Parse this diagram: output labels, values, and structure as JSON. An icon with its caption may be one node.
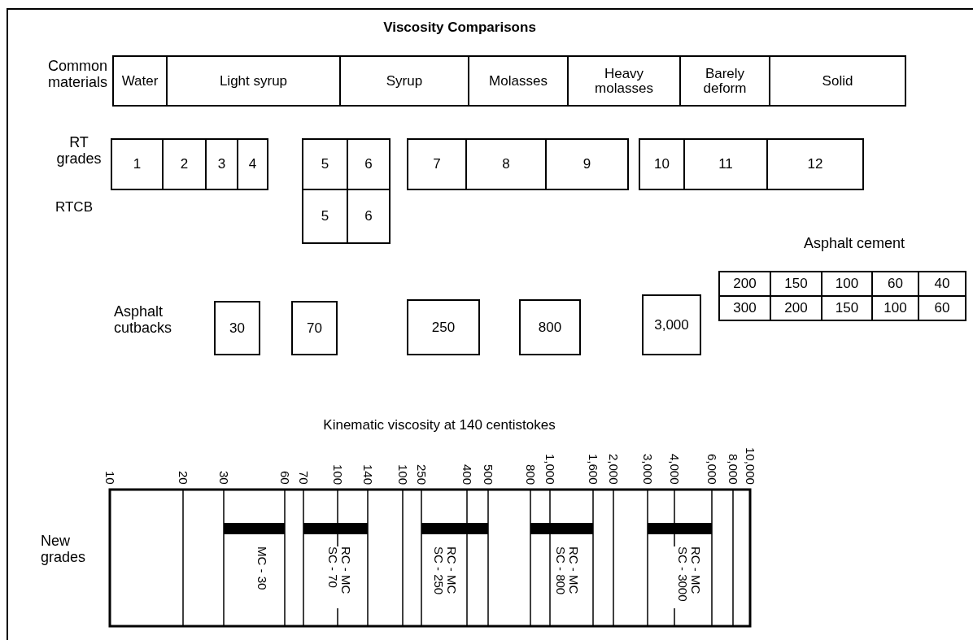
{
  "diagram": {
    "title": "Viscosity Comparisons",
    "nodes": [
      {
        "text": [
          "Water"
        ]
      },
      {
        "text": [
          "Light syrup"
        ]
      },
      {
        "text": [
          "Syrup"
        ]
      },
      {
        "text": [
          "Molasses"
        ]
      },
      {
        "text": [
          "Heavy molasses"
        ]
      },
      {
        "text": [
          "Barely deform"
        ]
      },
      {
        "text": [
          "Solid"
        ]
      },
      {
        "text": [
          "1"
        ]
      },
      {
        "text": [
          "2"
        ]
      },
      {
        "text": [
          "3"
        ]
      },
      {
        "text": [
          "4"
        ]
      },
      {
        "text": [
          "5"
        ]
      },
      {
        "text": [
          "6"
        ]
      },
      {
        "text": [
          "7"
        ]
      },
      {
        "text": [
          "8"
        ]
      },
      {
        "text": [
          "9"
        ]
      },
      {
        "text": [
          "10"
        ]
      },
      {
        "text": [
          "11"
        ]
      },
      {
        "text": [
          "12"
        ]
      },
      {
        "text": [
          "5"
        ]
      },
      {
        "text": [
          "6"
        ]
      },
      {
        "text": [
          "30"
        ]
      },
      {
        "text": [
          "70"
        ]
      },
      {
        "text": [
          "250"
        ]
      },
      {
        "text": [
          "800"
        ]
      },
      {
        "text": [
          "3,000"
        ]
      }
    ],
    "labels": [
      "Common materials",
      "RT grades",
      "RTCB",
      "Asphalt cement",
      "200",
      "150",
      "100",
      "60",
      "40",
      "300",
      "200",
      "150",
      "100",
      "60",
      "Asphalt cutbacks",
      "Kinematic viscosity at 140 centistokes",
      "10",
      "20",
      "30",
      "60",
      "70",
      "100",
      "140",
      "100",
      "250",
      "400",
      "500",
      "800",
      "1,000",
      "1,600",
      "2,000",
      "3,000",
      "4,000",
      "6,000",
      "8,000",
      "10,000",
      "New grades",
      "MC - 30",
      "RC - MC SC - 70",
      "RC - MC SC - 250",
      "RC - MC SC - 800",
      "RC - MC SC - 3000"
    ]
  }
}
